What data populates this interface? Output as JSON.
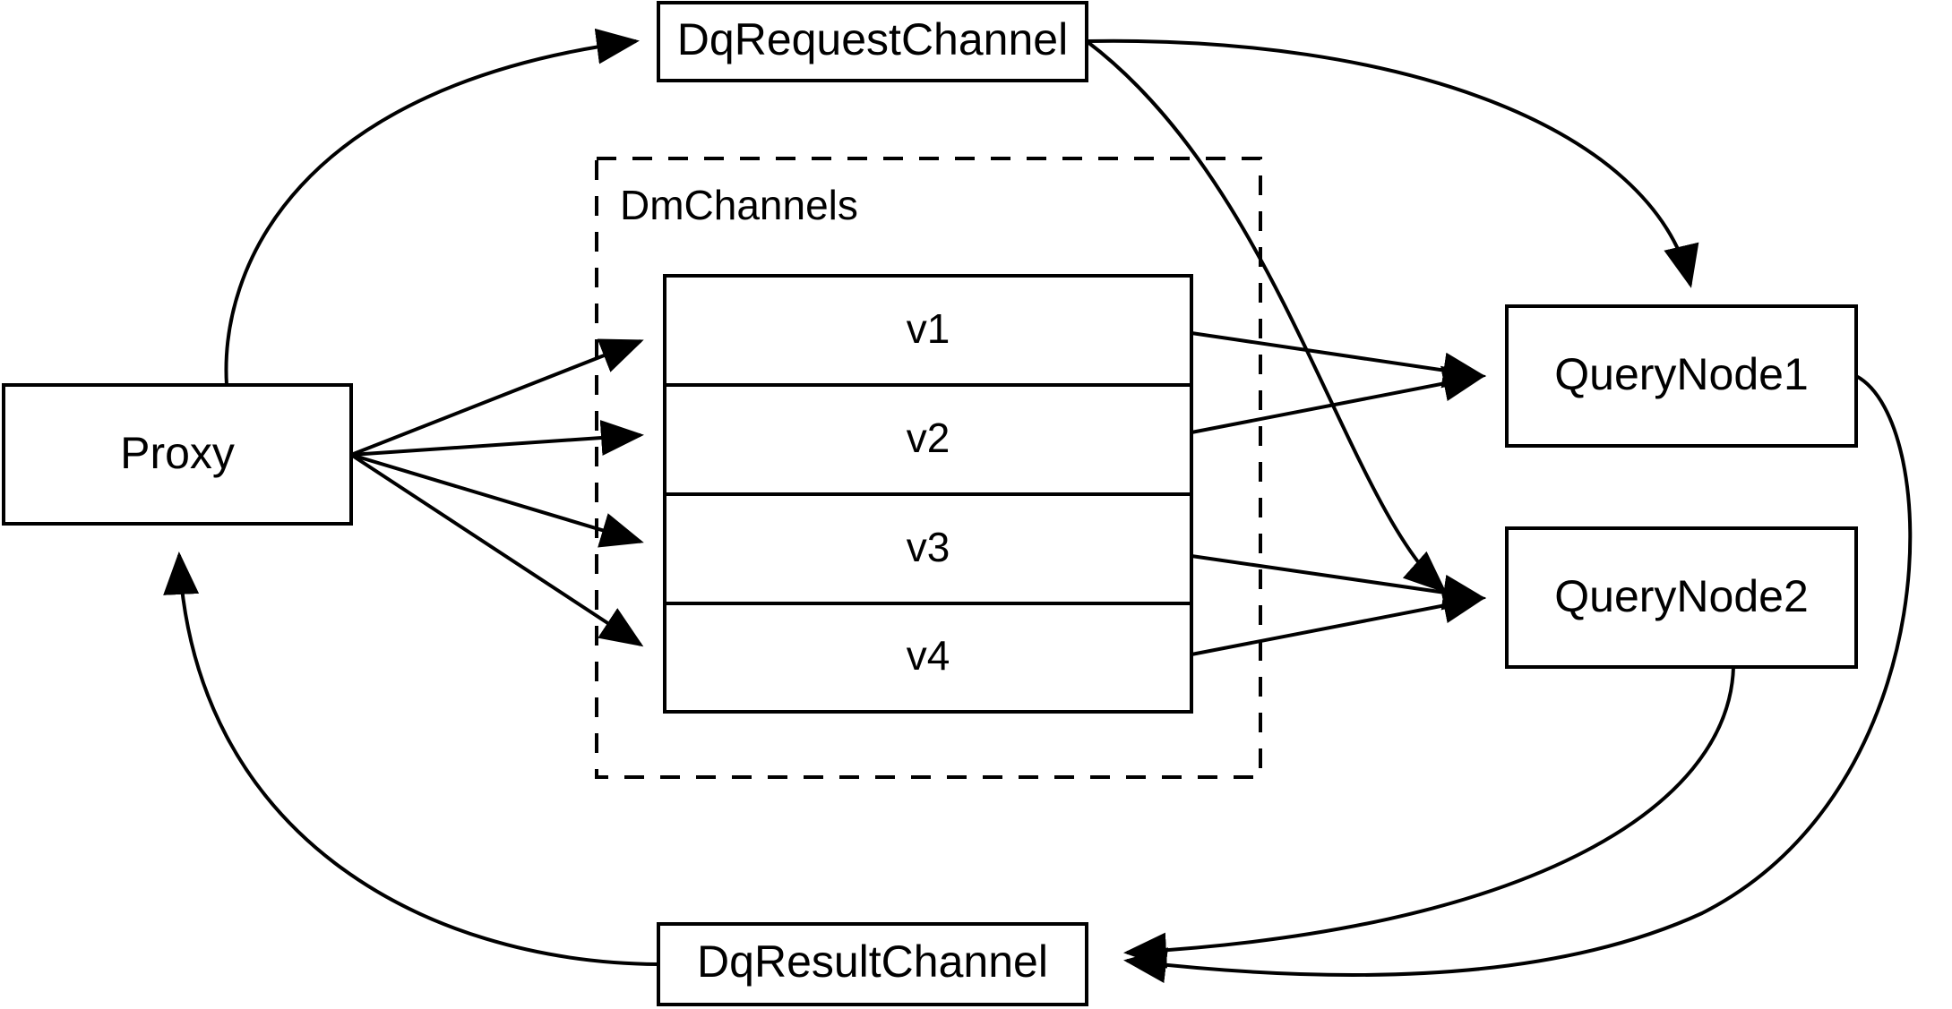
{
  "diagram": {
    "title": "Milvus distributed query channel topology",
    "background_color": "#ffffff",
    "stroke_color": "#000000",
    "stroke_width": 4,
    "nodes": {
      "proxy": {
        "label": "Proxy"
      },
      "dq_request_channel": {
        "label": "DqRequestChannel"
      },
      "dq_result_channel": {
        "label": "DqResultChannel"
      },
      "query_node_1": {
        "label": "QueryNode1"
      },
      "query_node_2": {
        "label": "QueryNode2"
      }
    },
    "group": {
      "label": "DmChannels",
      "border_style": "dashed",
      "channels": [
        {
          "label": "v1"
        },
        {
          "label": "v2"
        },
        {
          "label": "v3"
        },
        {
          "label": "v4"
        }
      ]
    },
    "edges": [
      {
        "name": "proxy-to-dq-request-channel",
        "from": "Proxy",
        "to": "DqRequestChannel",
        "style": "curved",
        "arrow": true
      },
      {
        "name": "proxy-to-v1",
        "from": "Proxy",
        "to": "v1",
        "style": "straight",
        "arrow": true
      },
      {
        "name": "proxy-to-v2",
        "from": "Proxy",
        "to": "v2",
        "style": "straight",
        "arrow": true
      },
      {
        "name": "proxy-to-v3",
        "from": "Proxy",
        "to": "v3",
        "style": "straight",
        "arrow": true
      },
      {
        "name": "proxy-to-v4",
        "from": "Proxy",
        "to": "v4",
        "style": "straight",
        "arrow": true
      },
      {
        "name": "dq-request-channel-to-query-node-1",
        "from": "DqRequestChannel",
        "to": "QueryNode1",
        "style": "curved",
        "arrow": true
      },
      {
        "name": "dq-request-channel-to-query-node-2",
        "from": "DqRequestChannel",
        "to": "QueryNode2",
        "style": "curved",
        "arrow": true
      },
      {
        "name": "v1-to-query-node-1",
        "from": "v1",
        "to": "QueryNode1",
        "style": "straight",
        "arrow": true
      },
      {
        "name": "v2-to-query-node-1",
        "from": "v2",
        "to": "QueryNode1",
        "style": "straight",
        "arrow": true
      },
      {
        "name": "v3-to-query-node-2",
        "from": "v3",
        "to": "QueryNode2",
        "style": "straight",
        "arrow": true
      },
      {
        "name": "v4-to-query-node-2",
        "from": "v4",
        "to": "QueryNode2",
        "style": "straight",
        "arrow": true
      },
      {
        "name": "query-node-1-to-dq-result-channel",
        "from": "QueryNode1",
        "to": "DqResultChannel",
        "style": "curved",
        "arrow": true
      },
      {
        "name": "query-node-2-to-dq-result-channel",
        "from": "QueryNode2",
        "to": "DqResultChannel",
        "style": "curved",
        "arrow": true
      },
      {
        "name": "dq-result-channel-to-proxy",
        "from": "DqResultChannel",
        "to": "Proxy",
        "style": "curved",
        "arrow": true
      }
    ]
  }
}
